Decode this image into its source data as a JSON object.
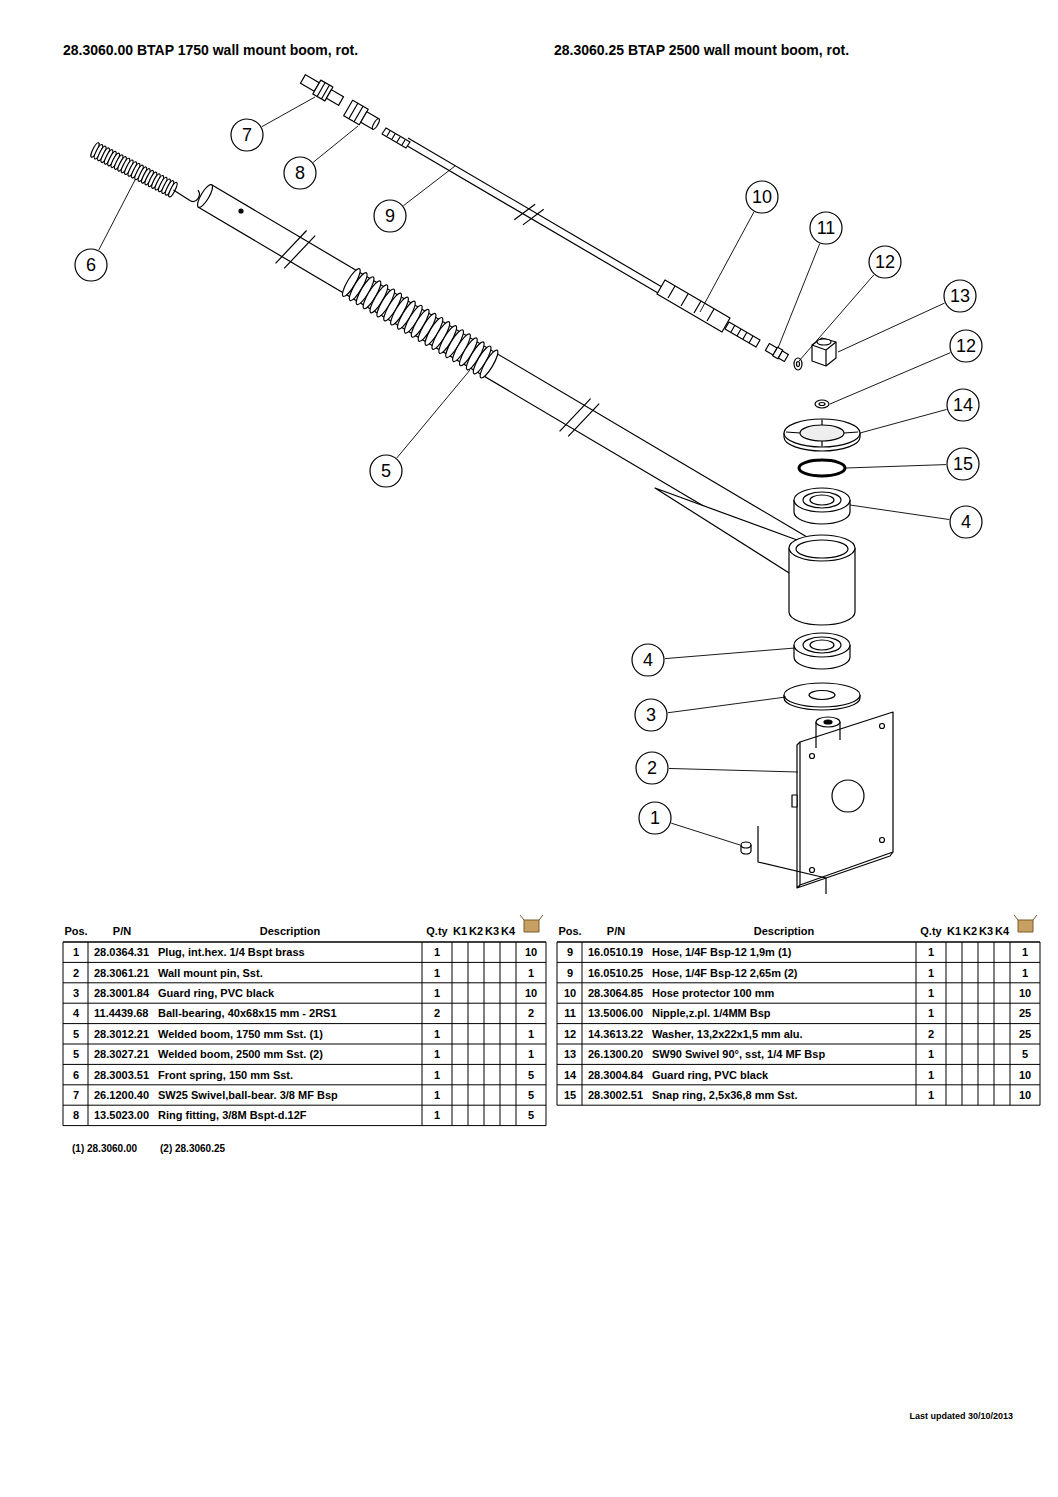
{
  "diagram": {
    "nodes": [
      {
        "text": [
          "7"
        ]
      },
      {
        "text": [
          "8"
        ]
      },
      {
        "text": [
          "10"
        ]
      },
      {
        "text": [
          "9"
        ]
      },
      {
        "text": [
          "11"
        ]
      },
      {
        "text": [
          "12"
        ]
      },
      {
        "text": [
          "6"
        ]
      },
      {
        "text": [
          "13"
        ]
      },
      {
        "text": [
          "12"
        ]
      },
      {
        "text": [
          "14"
        ]
      },
      {
        "text": [
          "15"
        ]
      },
      {
        "text": [
          "5"
        ]
      },
      {
        "text": [
          "4"
        ]
      },
      {
        "text": [
          "4"
        ]
      },
      {
        "text": [
          "3"
        ]
      },
      {
        "text": [
          "2"
        ]
      },
      {
        "text": [
          "1"
        ]
      }
    ],
    "labels": [
      "28.3060.00 BTAP 1750 wall mount boom, rot.",
      "28.3060.25 BTAP 2500 wall mount boom, rot.",
      "Pos.",
      "P/N",
      "Description",
      "Q.ty",
      "K1",
      "K2",
      "K3",
      "K4",
      "1",
      "28.0364.31",
      "Plug, int.hex. 1/4 Bspt brass",
      "1",
      "10",
      "2",
      "28.3061.21",
      "Wall mount pin, Sst.",
      "1",
      "1",
      "3",
      "28.3001.84",
      "Guard ring, PVC black",
      "1",
      "10",
      "4",
      "11.4439.68",
      "Ball-bearing, 40x68x15 mm - 2RS1",
      "2",
      "2",
      "5",
      "28.3012.21",
      "Welded boom, 1750 mm Sst. (1)",
      "1",
      "1",
      "5",
      "28.3027.21",
      "Welded boom, 2500 mm Sst. (2)",
      "1",
      "1",
      "6",
      "28.3003.51",
      "Front spring, 150 mm Sst.",
      "1",
      "5",
      "7",
      "26.1200.40",
      "SW25 Swivel,ball-bear. 3/8 MF Bsp",
      "1",
      "5",
      "8",
      "13.5023.00",
      "Ring fitting, 3/8M Bspt-d.12F",
      "1",
      "5",
      "Pos.",
      "P/N",
      "Description",
      "Q.ty",
      "K1",
      "K2",
      "K3",
      "K4",
      "9",
      "16.0510.19",
      "Hose, 1/4F Bsp-12 1,9m (1)",
      "1",
      "1",
      "9",
      "16.0510.25",
      "Hose, 1/4F Bsp-12 2,65m (2)",
      "1",
      "1",
      "10",
      "28.3064.85",
      "Hose protector 100 mm",
      "1",
      "10",
      "11",
      "13.5006.00",
      "Nipple,z.pl. 1/4MM Bsp",
      "1",
      "25",
      "12",
      "14.3613.22",
      "Washer, 13,2x22x1,5 mm alu.",
      "2",
      "25",
      "13",
      "26.1300.20",
      "SW90 Swivel 90°, sst, 1/4 MF Bsp",
      "1",
      "5",
      "14",
      "28.3004.84",
      "Guard ring, PVC black",
      "1",
      "10",
      "15",
      "28.3002.51",
      "Snap ring, 2,5x36,8 mm Sst.",
      "1",
      "10",
      "(1) 28.3060.00",
      "(2) 28.3060.25",
      "Last updated 30/10/2013"
    ]
  }
}
